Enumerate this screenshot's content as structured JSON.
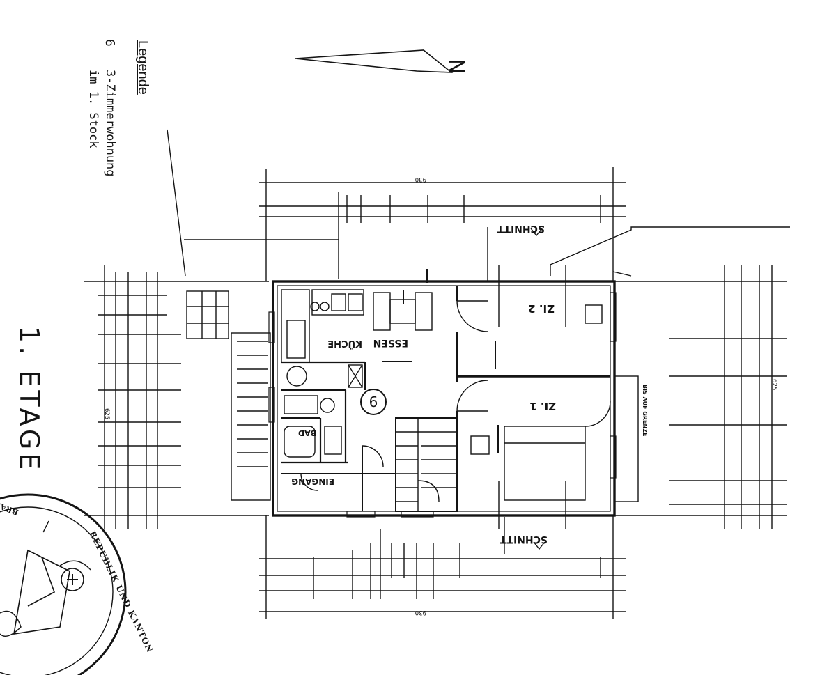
{
  "legend": {
    "title": "Legende",
    "item_number": "6",
    "item_line1": "3-Zimmerwohnung",
    "item_line2": "im 1. Stock"
  },
  "floor_title": "1. ETAGE",
  "north_label": "N",
  "unit_marker": "6",
  "rooms": {
    "zi2": "ZI. 2",
    "zi1": "ZI. 1",
    "essen": "ESSEN",
    "kueche": "KÜCHE",
    "eingang": "EINGANG",
    "bad": "BAD"
  },
  "section_marks": {
    "top": "SCHNITT",
    "bottom": "SCHNITT"
  },
  "dimensions": {
    "top_total": "930",
    "bottom_total": "930",
    "left_total": "625",
    "right_total": "625"
  },
  "notes": {
    "grenze": "BIS AUF GRENZE"
  },
  "seal": {
    "text_1": "REPUBLIK UND KANTON",
    "text_2": "BRAINS"
  },
  "colors": {
    "ink": "#141414",
    "paper": "#ffffff"
  }
}
